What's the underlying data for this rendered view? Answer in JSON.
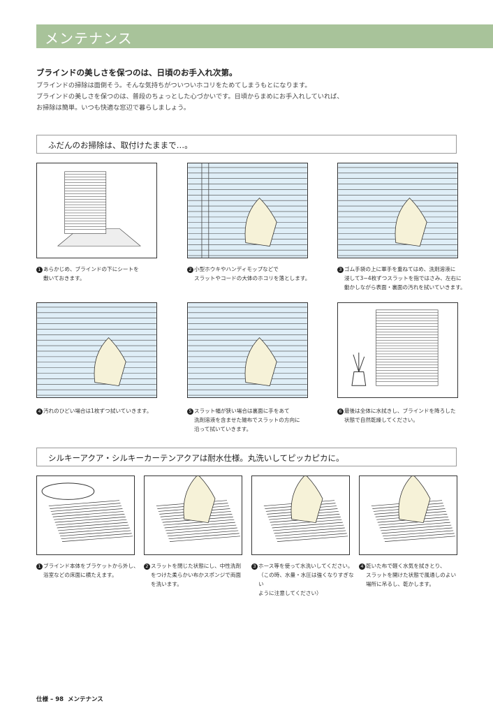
{
  "header": {
    "title": "メンテナンス"
  },
  "lead": "ブラインドの美しさを保つのは、日頃のお手入れ次第。",
  "intro": [
    "ブラインドの掃除は面倒そう。そんな気持ちがついついホコリをためてしまうもとになります。",
    "ブラインドの美しさを保つのは、普段のちょっとした心づかいです。日頃からまめにお手入れしていれば、",
    "お掃除は簡単。いつも快適な窓辺で暮らしましょう。"
  ],
  "section1": {
    "title": "ふだんのお掃除は、取付けたままで…。",
    "steps": [
      {
        "num": "1",
        "lines": [
          "あらかじめ、ブラインドの下にシートを",
          "敷いておきます。"
        ]
      },
      {
        "num": "2",
        "lines": [
          "小型ホウキやハンディモップなどで",
          "スラットやコードの大体のホコリを落とします。"
        ]
      },
      {
        "num": "3",
        "lines": [
          "ゴム手袋の上に軍手を重ねてはめ、洗剤溶液に",
          "浸して3~4枚ずつスラットを指ではさみ、左右に",
          "動かしながら表面・裏面の汚れを拭いていきます。"
        ]
      },
      {
        "num": "4",
        "lines": [
          "汚れのひどい場合は1枚ずつ拭いていきます。"
        ]
      },
      {
        "num": "5",
        "lines": [
          "スラット幅が狭い場合は裏面に手をあて",
          "洗剤溶液を含ませた雑布でスラットの方向に",
          "沿って拭いていきます。"
        ]
      },
      {
        "num": "6",
        "lines": [
          "最後は全体に水拭きし、ブラインドを降ろした",
          "状態で自然乾燥してください。"
        ]
      }
    ]
  },
  "section2": {
    "title": "シルキーアクア・シルキーカーテンアクアは耐水仕様。丸洗いしてピッカピカに。",
    "steps": [
      {
        "num": "1",
        "lines": [
          "ブラインド本体をブラケットから外し、",
          "浴室などの床面に横たえます。"
        ]
      },
      {
        "num": "2",
        "lines": [
          "スラットを閉じた状態にし、中性洗剤",
          "をつけた柔らかい布かスポンジで両面",
          "を洗います。"
        ]
      },
      {
        "num": "3",
        "lines": [
          "ホース等を使って水洗いしてください。",
          "（この時、水量・水圧は強くなりすぎない",
          "ように注意してください）"
        ]
      },
      {
        "num": "4",
        "lines": [
          "乾いた布で軽く水気を拭きとり、",
          "スラットを開けた状態で風通しのよい",
          "場所に吊るし、乾かします。"
        ]
      }
    ]
  },
  "footer": {
    "section": "仕様",
    "page": "98",
    "title": "メンテナンス"
  },
  "colors": {
    "header": "#a8c39a",
    "panel_bg": "#dfeef7"
  }
}
